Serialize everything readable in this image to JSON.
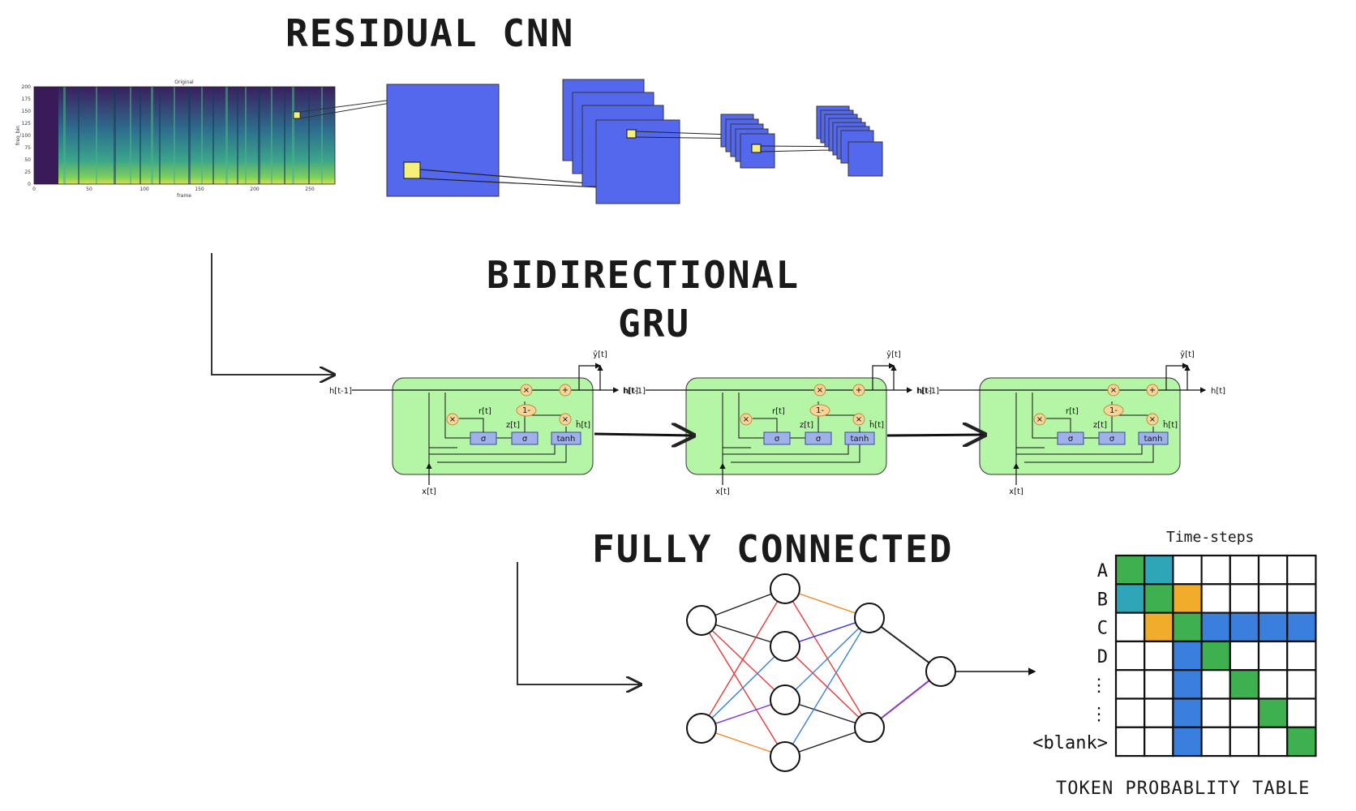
{
  "titles": {
    "residual_cnn": "RESIDUAL CNN",
    "bidirectional": "BIDIRECTIONAL",
    "gru": "GRU",
    "fully_connected": "FULLY CONNECTED",
    "token_table": "TOKEN PROBABLITY TABLE",
    "time_steps": "Time-steps"
  },
  "spectrogram": {
    "title": "Original",
    "ylabel": "freq_bin",
    "xlabel": "frame",
    "yticks": [
      "200",
      "175",
      "150",
      "125",
      "100",
      "75",
      "50",
      "25",
      "0"
    ],
    "xticks": [
      "0",
      "50",
      "100",
      "150",
      "200",
      "250"
    ]
  },
  "gru_cell": {
    "h_prev": "h[t-1]",
    "h_out": "h[t]",
    "y_out": "ŷ[t]",
    "x_in": "x[t]",
    "reset": "r[t]",
    "update": "z[t]",
    "candidate": "ĥ[t]",
    "sigma": "σ",
    "tanh": "tanh",
    "one_minus": "1-",
    "mult": "×",
    "plus": "+"
  },
  "token_table": {
    "rows": [
      "A",
      "B",
      "C",
      "D",
      "⋮",
      "⋮",
      "<blank>"
    ],
    "columns": 7,
    "colors": {
      "green": "#3fb050",
      "teal": "#2ea6b8",
      "orange": "#f2ac2c",
      "blue": "#3a7fdd",
      "empty": "#ffffff"
    },
    "cells": [
      [
        "green",
        "teal",
        "empty",
        "empty",
        "empty",
        "empty",
        "empty"
      ],
      [
        "teal",
        "green",
        "orange",
        "empty",
        "empty",
        "empty",
        "empty"
      ],
      [
        "empty",
        "orange",
        "green",
        "blue",
        "blue",
        "blue",
        "blue"
      ],
      [
        "empty",
        "empty",
        "blue",
        "green",
        "empty",
        "empty",
        "empty"
      ],
      [
        "empty",
        "empty",
        "blue",
        "empty",
        "green",
        "empty",
        "empty"
      ],
      [
        "empty",
        "empty",
        "blue",
        "empty",
        "empty",
        "green",
        "empty"
      ],
      [
        "empty",
        "empty",
        "blue",
        "empty",
        "empty",
        "empty",
        "green"
      ]
    ]
  }
}
